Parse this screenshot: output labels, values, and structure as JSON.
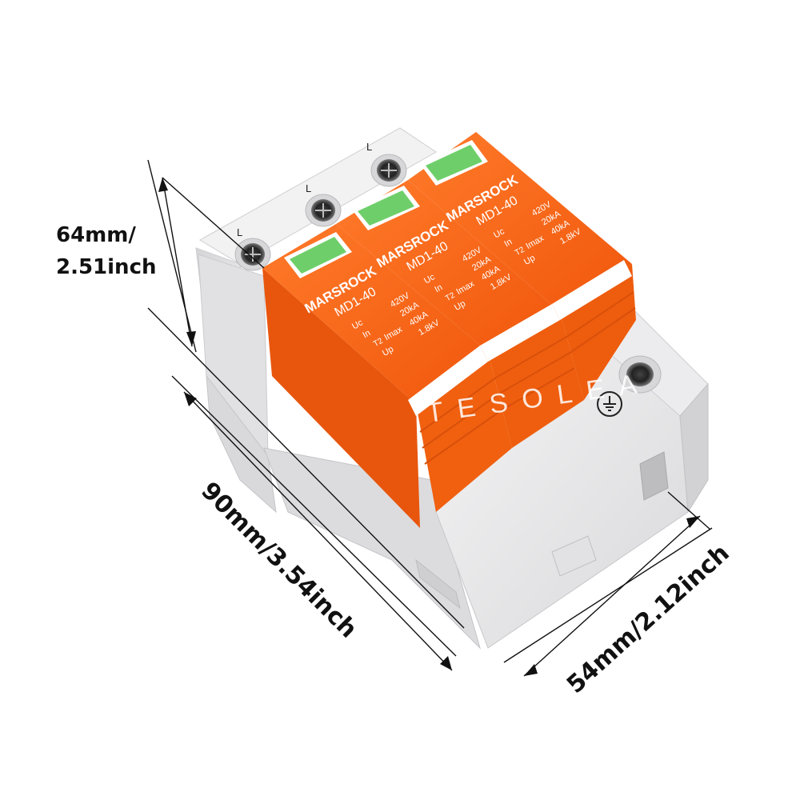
{
  "dimensions": {
    "height_line1": "64mm/",
    "height_line2": "2.51inch",
    "length": "90mm/3.54inch",
    "width": "54mm/2.12inch"
  },
  "terminals": [
    "L",
    "L",
    "L"
  ],
  "modules": [
    {
      "brand": "MARSROCK",
      "model": "MD1-40",
      "uc_label": "Uc",
      "uc_value": "420V",
      "in_label": "In",
      "in_value": "20kA",
      "type_mark": "T2",
      "imax_label": "Imax",
      "imax_value": "40kA",
      "up_label": "Up",
      "up_value": "1.8kV"
    },
    {
      "brand": "MARSROCK",
      "model": "MD1-40",
      "uc_label": "Uc",
      "uc_value": "420V",
      "in_label": "In",
      "in_value": "20kA",
      "type_mark": "T2",
      "imax_label": "Imax",
      "imax_value": "40kA",
      "up_label": "Up",
      "up_value": "1.8kV"
    },
    {
      "brand": "MARSROCK",
      "model": "MD1-40",
      "uc_label": "Uc",
      "uc_value": "420V",
      "in_label": "In",
      "in_value": "20kA",
      "type_mark": "T2",
      "imax_label": "Imax",
      "imax_value": "40kA",
      "up_label": "Up",
      "up_value": "1.8kV"
    }
  ],
  "watermark": "TESOLEA",
  "colors": {
    "orange": "#ff6a1a",
    "housing": "#e9e9ea",
    "window": "#6ecf6a"
  },
  "icons": {
    "ground": "ground-icon"
  }
}
